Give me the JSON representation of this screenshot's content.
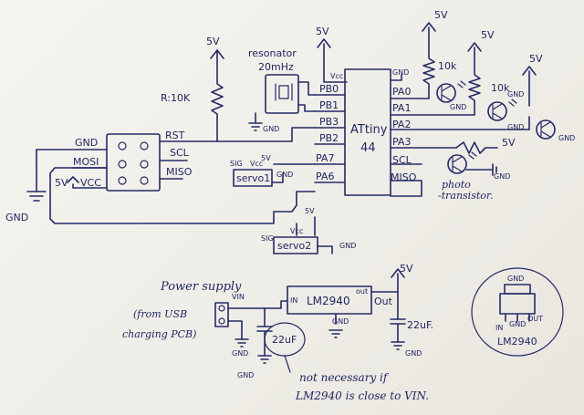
{
  "labels": {
    "gnd": "GND",
    "v5": "5V",
    "r_top": "R:10K",
    "resonator": "resonator",
    "resonator_freq": "20mHz",
    "vcc": "Vcc",
    "isp": {
      "gnd": "GND",
      "mosi": "MOSI",
      "vcc5": "5V",
      "vcc": "VCC",
      "rst": "RST",
      "scl": "SCL",
      "miso": "MISO"
    },
    "chip": "ATtiny 44",
    "chip_line1": "ATtiny",
    "chip_line2": "44",
    "pins_left": [
      "PB0",
      "PB1",
      "PB3",
      "PB2",
      "PA7",
      "PA6"
    ],
    "pins_right": [
      "PA0",
      "PA1",
      "PA2",
      "PA3",
      "SCL",
      "MISO"
    ],
    "chip_gnd": "GND",
    "r10k_a": "10k",
    "r10k_b": "10k",
    "photo": "photo",
    "transistor": "-transistor.",
    "servo1": {
      "name": "servo1",
      "sig": "SIG",
      "vcc": "Vcc",
      "gnd": "GND",
      "v5": "5V"
    },
    "servo2": {
      "name": "servo2",
      "sig": "SIG",
      "vcc": "Vcc",
      "gnd": "GND",
      "v5": "5V"
    },
    "power_title": "Power supply",
    "power_sub1": "(from USB",
    "power_sub2": "charging PCB)",
    "vin": "VIN",
    "in": "IN",
    "out": "out",
    "out2": "Out",
    "regulator": "LM2940",
    "cap1": "22uF",
    "cap2": "22uF.",
    "note1": "not necessary if",
    "note2": "LM2940 is close to VIN.",
    "pkg": {
      "gnd": "GND",
      "in": "IN",
      "gnd2": "GND",
      "out": "OUT",
      "name": "LM2940"
    }
  }
}
